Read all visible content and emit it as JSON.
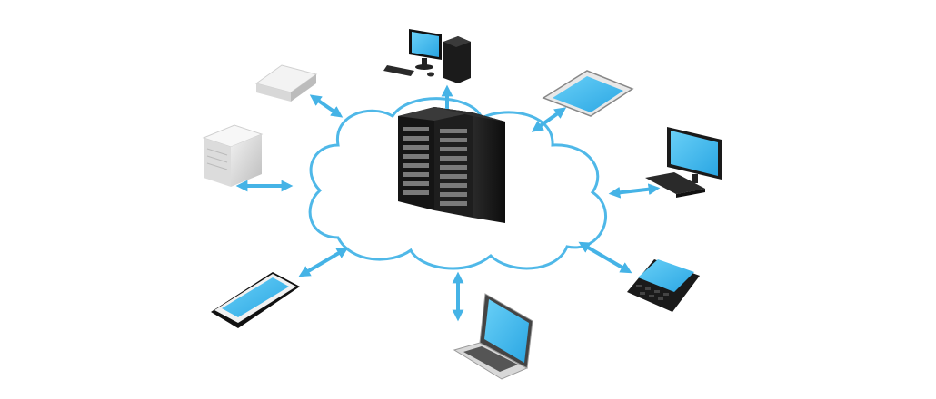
{
  "diagram": {
    "hub": "server-rack",
    "container": "cloud",
    "connections": "bidirectional-arrows",
    "nodes": [
      "desktop-computer",
      "tablet",
      "desktop-monitor",
      "smartphone-keyboard",
      "laptop",
      "smartphone",
      "tower-server",
      "network-appliance"
    ]
  },
  "colors": {
    "cloud_stroke": "#4fb8e8",
    "arrow": "#45b3e6",
    "screen": "#4cc0f0",
    "rack": "#1c1c1c",
    "device_gray": "#c9c9c9",
    "device_dark": "#222222"
  }
}
